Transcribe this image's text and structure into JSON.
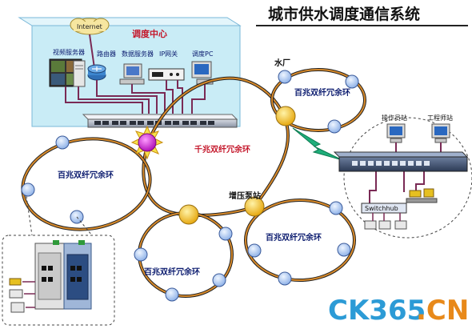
{
  "title": "城市供水调度通信系统",
  "control_center": {
    "label": "调度中心",
    "internet": "Internet",
    "devices": {
      "video_server": "视频服务器",
      "router": "路由器",
      "data_server": "数据服务器",
      "ip_gateway": "IP网关",
      "dispatch_pc": "调度PC"
    }
  },
  "sites": {
    "water_plant": "水厂",
    "booster_station": "增压泵站"
  },
  "rings": {
    "gigabit": "千兆双纤冗余环",
    "r100_left": "百兆双纤冗余环",
    "r100_top_right": "百兆双纤冗余环",
    "r100_bottom_mid": "百兆双纤冗余环",
    "r100_bottom_right": "百兆双纤冗余环"
  },
  "plant_lan": {
    "operator_station": "操作员站",
    "engineer_station": "工程师站",
    "switchhub": "Switchhub"
  },
  "watermark": {
    "main": "CK365",
    "suffix": ".CN"
  },
  "colors": {
    "ring": "#d88a2a",
    "node": "#a9c8f5",
    "node_gold": "#f2c11e",
    "core_node": "#d21fd2",
    "center_bg": "#c9ecf6",
    "cable": "#7a2a55",
    "label_red": "#c4162a",
    "label_blue": "#0a1a6e",
    "watermark_blue": "#2c9bd6",
    "watermark_orange": "#e8891a"
  }
}
